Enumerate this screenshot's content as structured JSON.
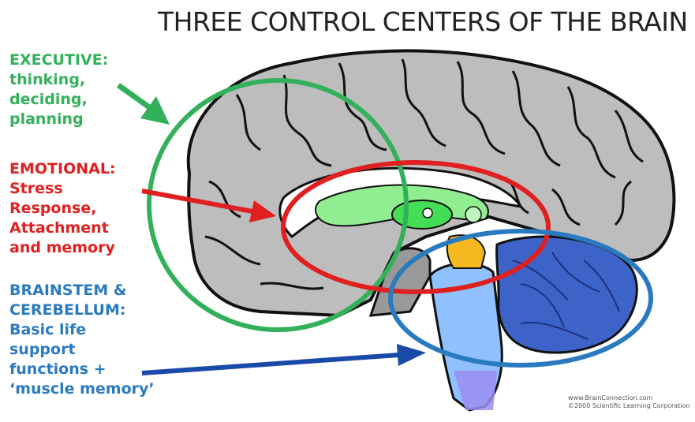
{
  "title": "THREE CONTROL CENTERS OF THE BRAIN",
  "executive": {
    "heading": "EXECUTIVE:",
    "lines": [
      "thinking,",
      "deciding,",
      "planning"
    ],
    "color": "#33b05a"
  },
  "emotional": {
    "heading": "EMOTIONAL:",
    "lines": [
      "Stress",
      "Response,",
      "Attachment",
      "and memory"
    ],
    "color": "#e02020"
  },
  "brainstem": {
    "heading": "BRAINSTEM &",
    "heading2": "CEREBELLUM:",
    "lines": [
      "Basic life",
      "support",
      "functions +",
      "‘muscle memory’"
    ],
    "color": "#2a7ac0"
  },
  "watermark": {
    "line1": "www.BrainConnection.com",
    "line2": "©2000 Scientific Learning Corporation"
  },
  "colors": {
    "brain_gray": "#bdbdbd",
    "limbic_green": "#90ee90",
    "brainstem_blue": "#8fc0ff",
    "cerebellum_blue": "#3e63c8",
    "pituitary_yellow": "#f5b820"
  }
}
